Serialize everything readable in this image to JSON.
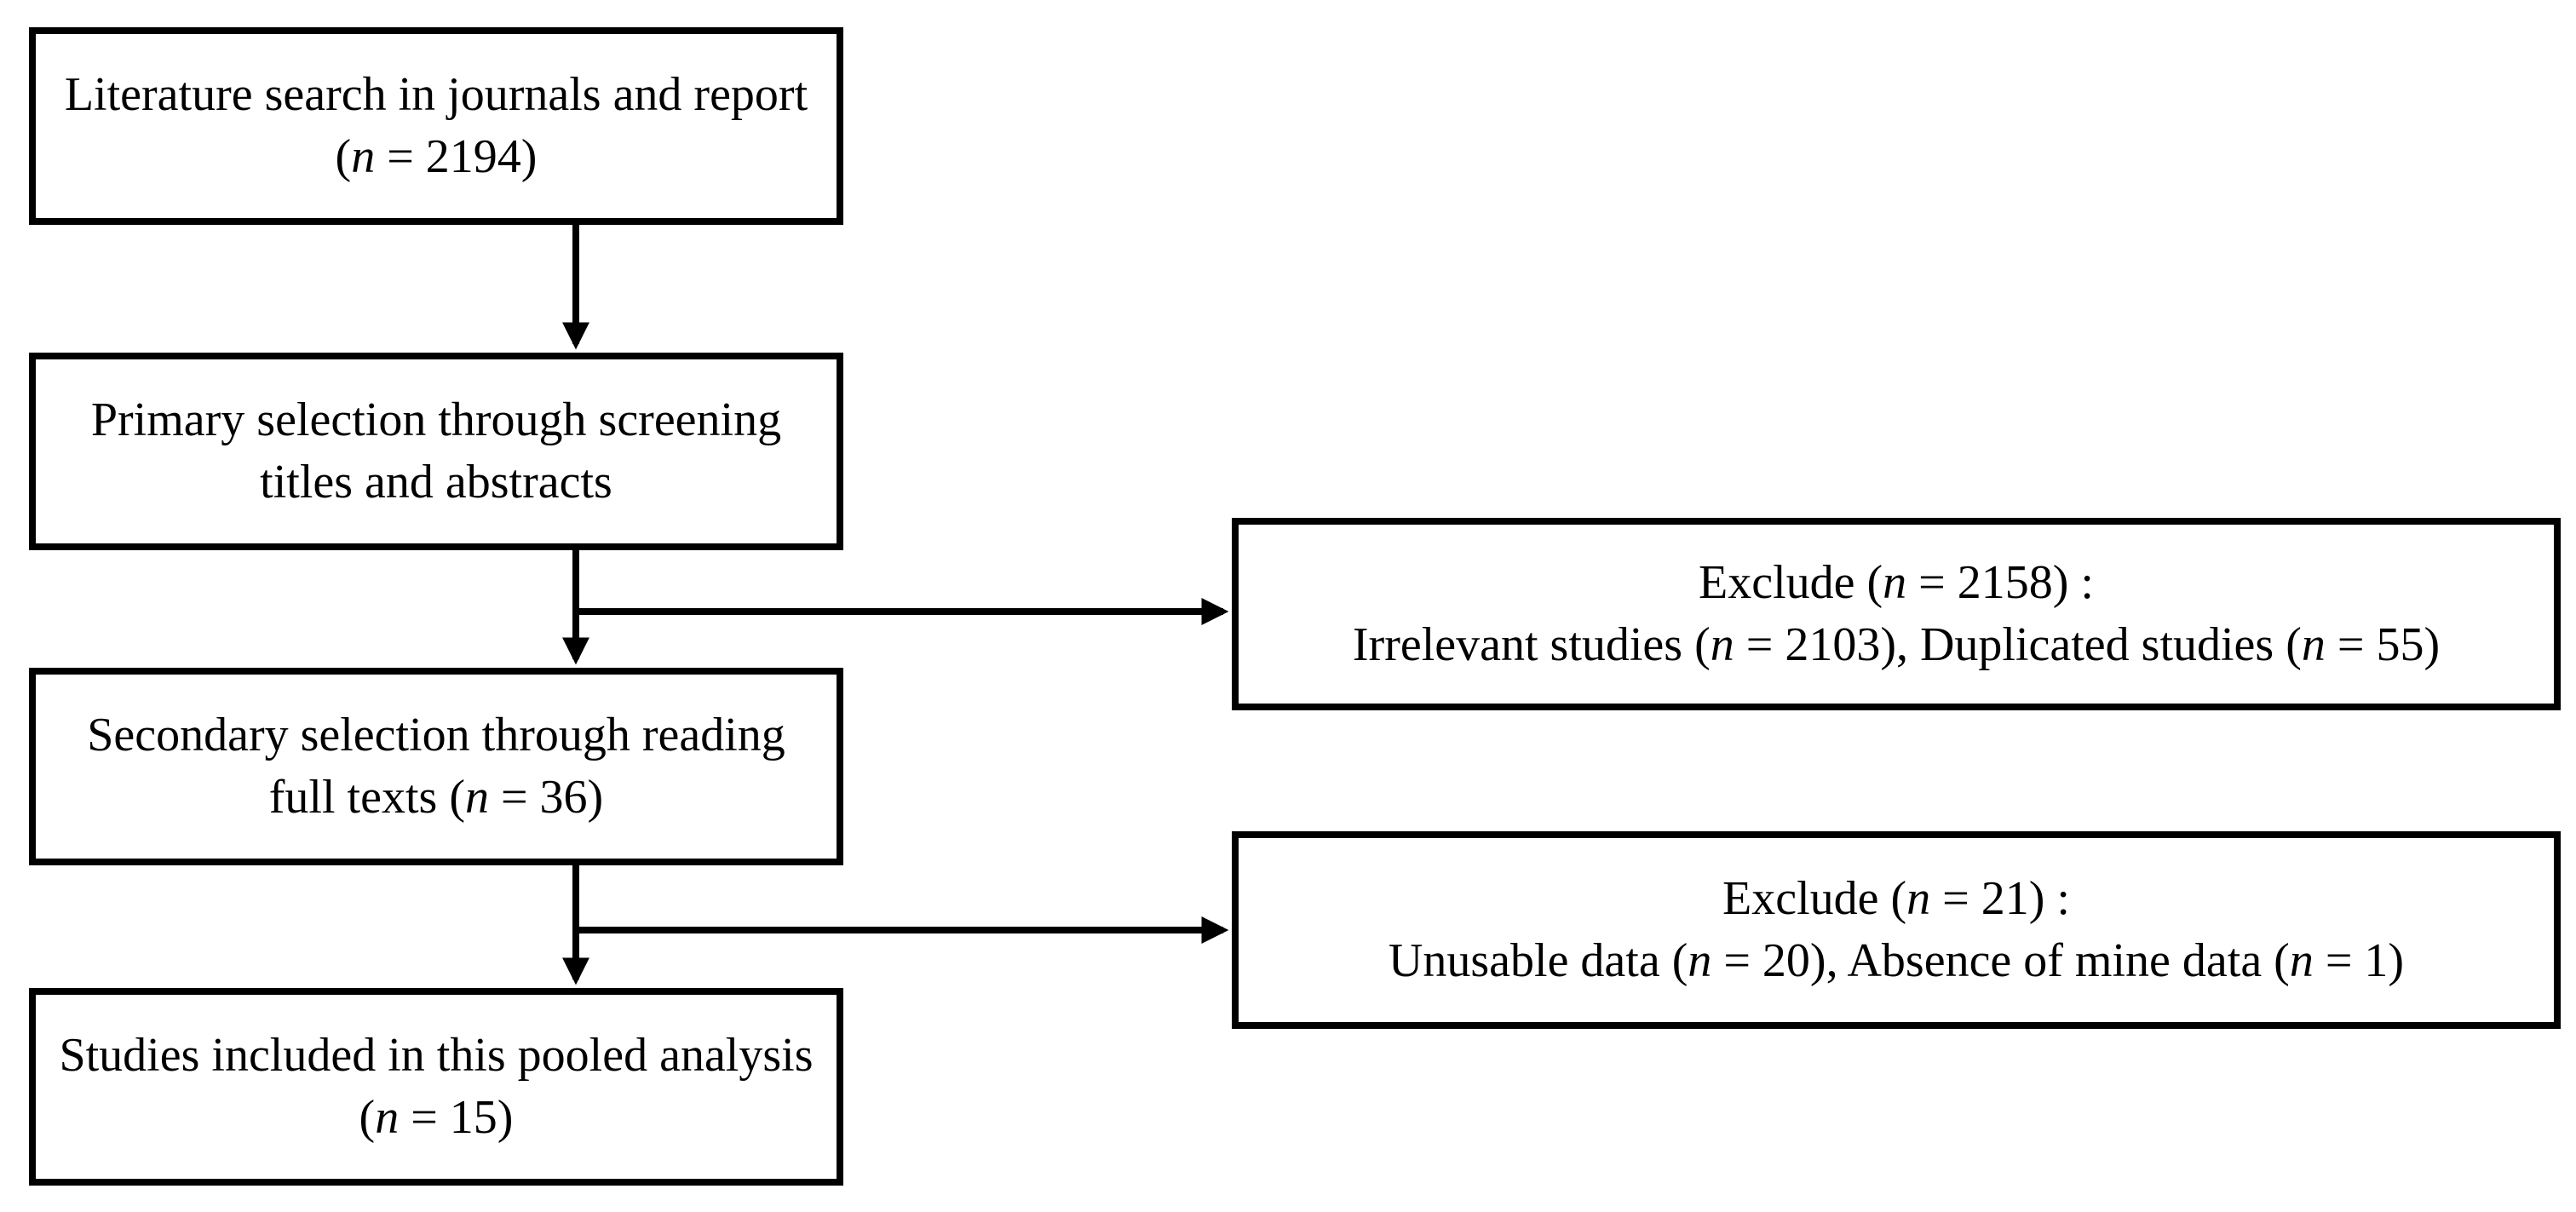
{
  "flowchart": {
    "literature_search": {
      "line1": "Literature search in journals and report",
      "line2_pre": "(",
      "line2_var": "n",
      "line2_post": " = 2194)"
    },
    "primary_selection": {
      "line1": "Primary selection through screening",
      "line2": "titles and abstracts"
    },
    "secondary_selection": {
      "line1": "Secondary selection through reading",
      "line2_pre": "full texts (",
      "line2_var": "n",
      "line2_post": " = 36)"
    },
    "studies_included": {
      "line1": "Studies included in this pooled analysis",
      "line2_pre": "(",
      "line2_var": "n",
      "line2_post": " = 15)"
    },
    "exclude_first": {
      "line1_pre": "Exclude (",
      "line1_var": "n",
      "line1_post": " = 2158) :",
      "line2_a_pre": "Irrelevant studies (",
      "line2_a_var": "n",
      "line2_a_post": " = 2103), Duplicated studies (",
      "line2_b_var": "n",
      "line2_b_post": " = 55)"
    },
    "exclude_second": {
      "line1_pre": "Exclude (",
      "line1_var": "n",
      "line1_post": " = 21) :",
      "line2_a_pre": "Unusable data (",
      "line2_a_var": "n",
      "line2_a_post": " = 20), Absence of mine data (",
      "line2_b_var": "n",
      "line2_b_post": " = 1)"
    }
  }
}
